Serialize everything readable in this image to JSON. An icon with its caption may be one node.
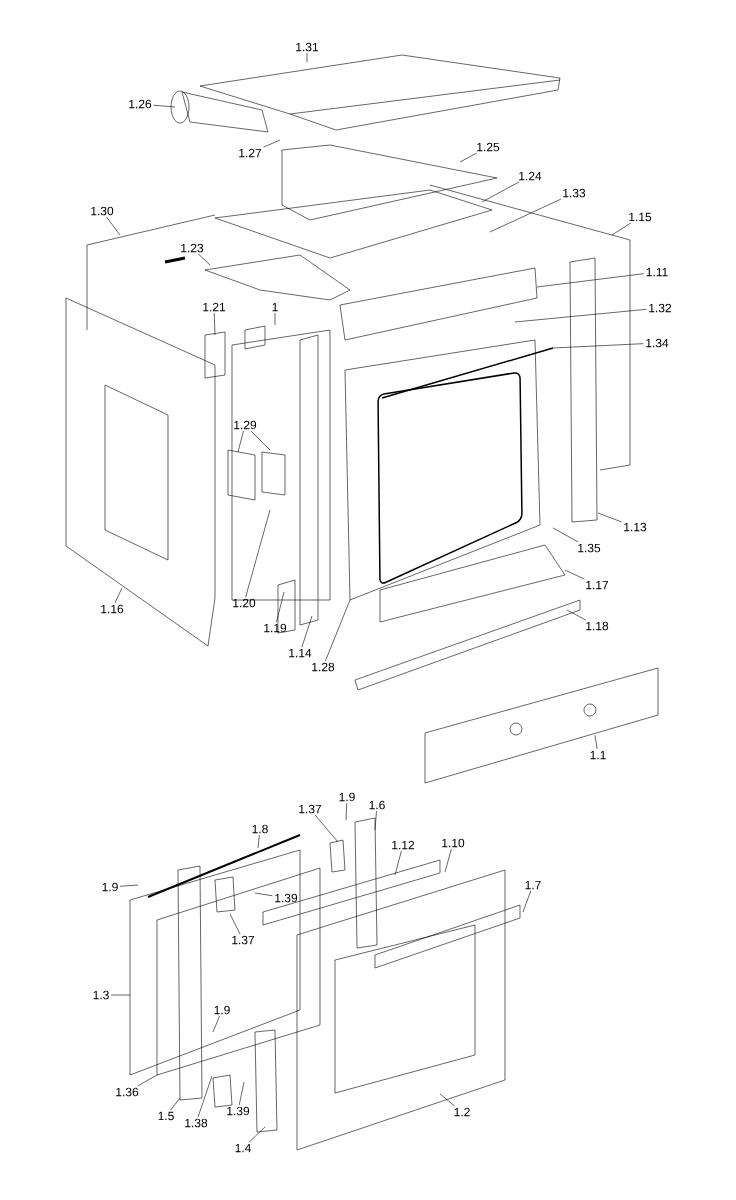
{
  "diagram": {
    "nodes": [
      {
        "text": [
          "1.31"
        ]
      },
      {
        "text": [
          "1.26"
        ]
      },
      {
        "text": [
          "1.27"
        ]
      },
      {
        "text": [
          "1.25"
        ]
      },
      {
        "text": [
          "1.24"
        ]
      },
      {
        "text": [
          "1.33"
        ]
      },
      {
        "text": [
          "1.30"
        ]
      },
      {
        "text": [
          "1.15"
        ]
      },
      {
        "text": [
          "1.23"
        ]
      },
      {
        "text": [
          "1.11"
        ]
      },
      {
        "text": [
          "1.21"
        ]
      },
      {
        "text": [
          "1"
        ]
      },
      {
        "text": [
          "1.32"
        ]
      },
      {
        "text": [
          "1.34"
        ]
      },
      {
        "text": [
          "1.29"
        ]
      },
      {
        "text": [
          "1.13"
        ]
      },
      {
        "text": [
          "1.35"
        ]
      },
      {
        "text": [
          "1.17"
        ]
      },
      {
        "text": [
          "1.20"
        ]
      },
      {
        "text": [
          "1.16"
        ]
      },
      {
        "text": [
          "1.18"
        ]
      },
      {
        "text": [
          "1.19"
        ]
      },
      {
        "text": [
          "1.14"
        ]
      },
      {
        "text": [
          "1.28"
        ]
      },
      {
        "text": [
          "1.1"
        ]
      },
      {
        "text": [
          "1.9"
        ]
      },
      {
        "text": [
          "1.37"
        ]
      },
      {
        "text": [
          "1.6"
        ]
      },
      {
        "text": [
          "1.8"
        ]
      },
      {
        "text": [
          "1.12"
        ]
      },
      {
        "text": [
          "1.10"
        ]
      },
      {
        "text": [
          "1.9"
        ]
      },
      {
        "text": [
          "1.7"
        ]
      },
      {
        "text": [
          "1.39"
        ]
      },
      {
        "text": [
          "1.37"
        ]
      },
      {
        "text": [
          "1.3"
        ]
      },
      {
        "text": [
          "1.9"
        ]
      },
      {
        "text": [
          "1.36"
        ]
      },
      {
        "text": [
          "1.2"
        ]
      },
      {
        "text": [
          "1.39"
        ]
      },
      {
        "text": [
          "1.5"
        ]
      },
      {
        "text": [
          "1.38"
        ]
      },
      {
        "text": [
          "1.4"
        ]
      }
    ],
    "edges": [
      {
        "from": 0,
        "to": null,
        "arrow": "none"
      },
      {
        "from": 1,
        "to": null,
        "arrow": "none"
      },
      {
        "from": 2,
        "to": null,
        "arrow": "none"
      },
      {
        "from": 3,
        "to": null,
        "arrow": "none"
      },
      {
        "from": 4,
        "to": null,
        "arrow": "none"
      },
      {
        "from": 5,
        "to": null,
        "arrow": "none"
      },
      {
        "from": 6,
        "to": null,
        "arrow": "none"
      },
      {
        "from": 7,
        "to": null,
        "arrow": "none"
      },
      {
        "from": 8,
        "to": null,
        "arrow": "none"
      },
      {
        "from": 9,
        "to": null,
        "arrow": "none"
      },
      {
        "from": 10,
        "to": null,
        "arrow": "none"
      },
      {
        "from": 11,
        "to": null,
        "arrow": "none"
      },
      {
        "from": 12,
        "to": null,
        "arrow": "none"
      },
      {
        "from": 13,
        "to": null,
        "arrow": "none"
      },
      {
        "from": 14,
        "to": null,
        "arrow": "none"
      },
      {
        "from": 14,
        "to": null,
        "arrow": "none"
      },
      {
        "from": 15,
        "to": null,
        "arrow": "none"
      },
      {
        "from": 16,
        "to": null,
        "arrow": "none"
      },
      {
        "from": 17,
        "to": null,
        "arrow": "none"
      },
      {
        "from": 18,
        "to": null,
        "arrow": "none"
      },
      {
        "from": 19,
        "to": null,
        "arrow": "none"
      },
      {
        "from": 20,
        "to": null,
        "arrow": "none"
      },
      {
        "from": 21,
        "to": null,
        "arrow": "none"
      },
      {
        "from": 22,
        "to": null,
        "arrow": "none"
      },
      {
        "from": 23,
        "to": null,
        "arrow": "none"
      },
      {
        "from": 24,
        "to": null,
        "arrow": "none"
      },
      {
        "from": 25,
        "to": null,
        "arrow": "none"
      },
      {
        "from": 26,
        "to": null,
        "arrow": "none"
      },
      {
        "from": 27,
        "to": null,
        "arrow": "none"
      },
      {
        "from": 28,
        "to": null,
        "arrow": "none"
      },
      {
        "from": 29,
        "to": null,
        "arrow": "none"
      },
      {
        "from": 30,
        "to": null,
        "arrow": "none"
      },
      {
        "from": 31,
        "to": null,
        "arrow": "none"
      },
      {
        "from": 32,
        "to": null,
        "arrow": "none"
      },
      {
        "from": 33,
        "to": null,
        "arrow": "none"
      },
      {
        "from": 34,
        "to": null,
        "arrow": "none"
      },
      {
        "from": 35,
        "to": null,
        "arrow": "none"
      },
      {
        "from": 36,
        "to": null,
        "arrow": "none"
      },
      {
        "from": 37,
        "to": null,
        "arrow": "none"
      },
      {
        "from": 38,
        "to": null,
        "arrow": "none"
      },
      {
        "from": 39,
        "to": null,
        "arrow": "none"
      },
      {
        "from": 40,
        "to": null,
        "arrow": "none"
      },
      {
        "from": 41,
        "to": null,
        "arrow": "none"
      },
      {
        "from": 42,
        "to": null,
        "arrow": "none"
      }
    ]
  }
}
